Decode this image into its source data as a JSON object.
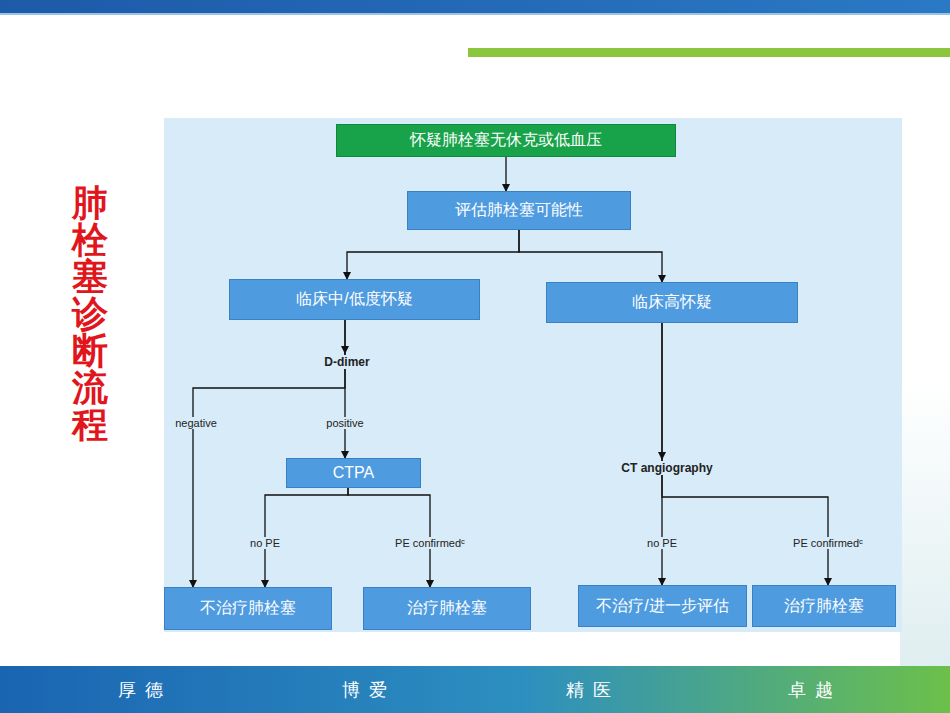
{
  "diagram": {
    "title": "肺栓塞诊断流程",
    "nodes": [
      {
        "text": [
          "怀疑肺栓塞无休克或低血压"
        ]
      },
      {
        "text": [
          "评估肺栓塞可能性"
        ]
      },
      {
        "text": [
          "临床中/低度怀疑"
        ]
      },
      {
        "text": [
          "临床高怀疑"
        ]
      },
      {
        "text": [
          "CTPA"
        ]
      },
      {
        "text": [
          "不治疗肺栓塞"
        ]
      },
      {
        "text": [
          "治疗肺栓塞"
        ]
      },
      {
        "text": [
          "不治疗/进一步评估"
        ]
      },
      {
        "text": [
          "治疗肺栓塞"
        ]
      }
    ],
    "edges": [
      {
        "from": 0,
        "to": 1,
        "arrow": "to"
      },
      {
        "from": 1,
        "to": 2,
        "arrow": "to"
      },
      {
        "from": 1,
        "to": 3,
        "arrow": "to"
      },
      {
        "from": 2,
        "to": 5,
        "label": "negative",
        "arrow": "to"
      },
      {
        "from": 2,
        "to": 4,
        "label": "positive",
        "arrow": "to"
      },
      {
        "from": 4,
        "to": 5,
        "label": "no PE",
        "arrow": "to"
      },
      {
        "from": 4,
        "to": 6,
        "label": "PE confirmedᶜ",
        "arrow": "to"
      },
      {
        "from": 3,
        "to": 7,
        "label": "no PE",
        "arrow": "to"
      },
      {
        "from": 3,
        "to": 8,
        "label": "PE confirmedᶜ",
        "arrow": "to"
      }
    ],
    "labels": [
      "D-dimer",
      "CT angiography",
      "厚 德",
      "博 爱",
      "精 医",
      "卓 越"
    ]
  }
}
